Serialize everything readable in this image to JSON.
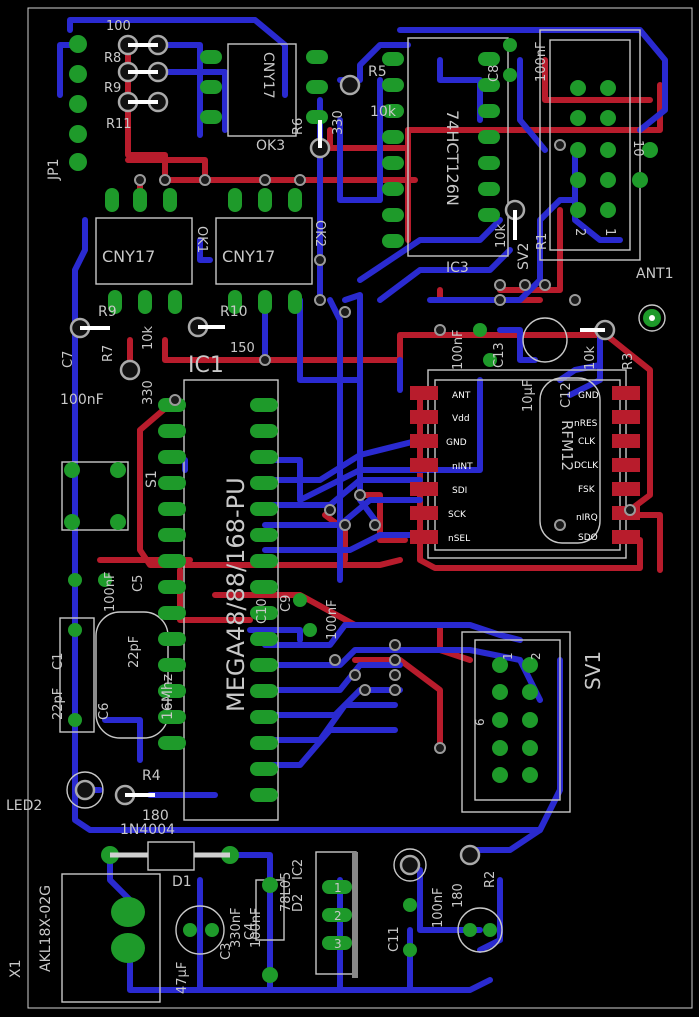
{
  "colors": {
    "background": "#000000",
    "bottom_trace": "#2a2ad0",
    "top_trace": "#b81c2c",
    "pad": "#1e9a2a",
    "via": "#9a9a9a",
    "silkscreen": "#c8c8c8",
    "outline": "#ffffff"
  },
  "labels": {
    "jp1": "JP1",
    "r100": "100",
    "r8": "R8",
    "r9": "R9",
    "r11": "R11",
    "cny17_top": "CNY17",
    "ok3": "OK3",
    "r6": "R6",
    "r6_val": "330",
    "r5": "R5",
    "r5_val": "10k",
    "ic_74hct": "74HCT126N",
    "c8": "C8",
    "c8_val": "100nF",
    "ic3": "IC3",
    "sv2": "SV2",
    "r1": "R1",
    "r1_val": "10k",
    "pin10": "10",
    "pin2": "2",
    "pin1": "1",
    "ant1": "ANT1",
    "cny17_ok1": "CNY17",
    "ok1": "OK1",
    "cny17_ok2": "CNY17",
    "ok2": "OK2",
    "r9b": "R9",
    "r9_val": "10k",
    "r10": "R10",
    "r10_val": "150",
    "ic1": "IC1",
    "c7": "C7",
    "c7_val": "100nF",
    "r7": "R7",
    "r7_val": "330",
    "c13": "C13",
    "c13_val": "100nF",
    "c12": "C12",
    "c12_val": "10µF",
    "r3": "R3",
    "r3_val": "10k",
    "rfm_ant": "ANT",
    "rfm_vdd": "Vdd",
    "rfm_gnd": "GND",
    "rfm_nint": "nINT",
    "rfm_sdi": "SDI",
    "rfm_sck": "SCK",
    "rfm_nsel": "nSEL",
    "rfm_gnd2": "GND",
    "rfm_nres": "nRES",
    "rfm_clk": "CLK",
    "rfm_dclk": "DCLK",
    "rfm_fsk": "FSK",
    "rfm_nirq": "nIRQ",
    "rfm_sdo": "SDO",
    "rfm12": "RFM12",
    "s1": "S1",
    "mega": "MEGA48/88/168-PU",
    "c5": "C5",
    "c5_val": "100nF",
    "c10": "C10",
    "c9": "C9",
    "c9_val": "100nF",
    "c1": "C1",
    "c1_val": "22pF",
    "c6": "C6",
    "c6_val": "22pF",
    "xtal": "16Mhz",
    "sv1": "SV1",
    "sv1_1": "1",
    "sv1_2": "2",
    "sv1_6": "6",
    "led2": "LED2",
    "r4": "R4",
    "r4_val": "180",
    "d1_part": "1N4004",
    "d1": "D1",
    "ic2": "IC2",
    "d2": "D2",
    "ic2_part": "78L05",
    "c4": "C4",
    "c4_val": "100nF",
    "c3": "C3",
    "c3_val": "330nF",
    "c2_val": "47µF",
    "c11": "C11",
    "c11_val": "100nF",
    "r2": "R2",
    "r2_val": "180",
    "x1": "X1",
    "connector": "AKL18X-02G",
    "pin1a": "1",
    "pin2a": "2",
    "pin3a": "3"
  }
}
